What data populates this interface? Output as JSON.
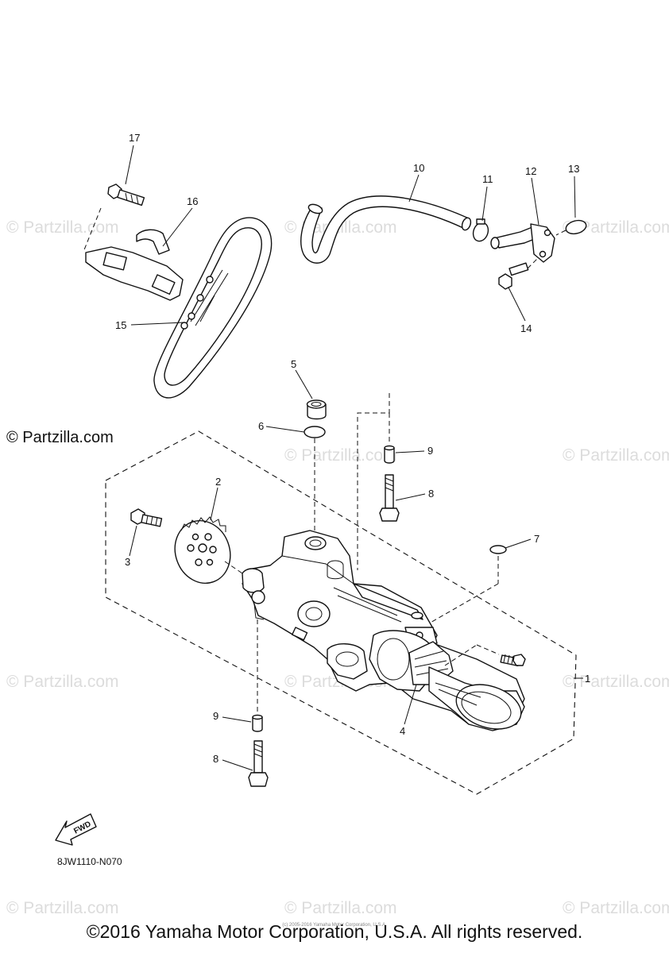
{
  "watermark": "© Partzilla.com",
  "brand_left": "© Partzilla.com",
  "diagram_code": "8JW1110-N070",
  "fwd_label": "FWD",
  "footer": "©2016 Yamaha Motor Corporation, U.S.A. All rights reserved.",
  "footer_small": "(c) 2005-2016 Yamaha Motor Corporation, U.S.A.",
  "callouts": {
    "c1": "1",
    "c2": "2",
    "c3": "3",
    "c4": "4",
    "c5": "5",
    "c6": "6",
    "c7": "7",
    "c8a": "8",
    "c8b": "8",
    "c9a": "9",
    "c9b": "9",
    "c10": "10",
    "c11": "11",
    "c12": "12",
    "c13": "13",
    "c14": "14",
    "c15": "15",
    "c16": "16",
    "c17": "17"
  }
}
